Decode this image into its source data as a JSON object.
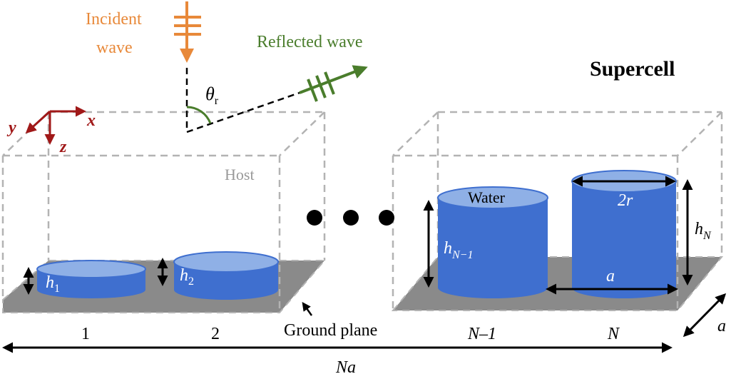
{
  "title": "Supercell",
  "incident": {
    "line1": "Incident",
    "line2": "wave"
  },
  "reflected": "Reflected wave",
  "theta": {
    "symbol": "θ",
    "sub": "r"
  },
  "axes": {
    "x": "x",
    "y": "y",
    "z": "z"
  },
  "host": "Host",
  "water": "Water",
  "ground_plane": "Ground plane",
  "heights": {
    "h1": "h",
    "h1_sub": "1",
    "h2": "h",
    "h2_sub": "2",
    "hN1": "h",
    "hN1_sub": "N−1",
    "hN": "h",
    "hN_sub": "N"
  },
  "dims": {
    "two_r": "2r",
    "a_inner": "a",
    "a_side": "a",
    "Na": "Na"
  },
  "cell_labels": [
    "1",
    "2",
    "N–1",
    "N"
  ],
  "colors": {
    "incident": "#e8893a",
    "reflected": "#4a7d2c",
    "axes": "#a01818",
    "cylinder": "#3f6fcf",
    "cylinder_top": "#8fb0e6",
    "ground": "#8a8a8a",
    "dashed": "#b3b3b3"
  }
}
